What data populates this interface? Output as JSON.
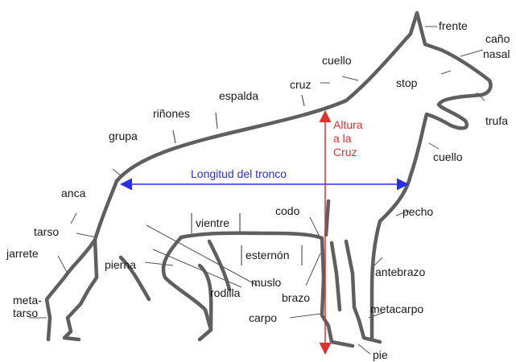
{
  "labels": {
    "frente": "frente",
    "cano": "caño",
    "nasal": "nasal",
    "cuello_top": "cuello",
    "stop": "stop",
    "trufa": "trufa",
    "cruz": "cruz",
    "espalda": "espalda",
    "rinones": "riñones",
    "grupa": "grupa",
    "altura_line1": "Altura",
    "altura_line2": "a la",
    "altura_line3": "Cruz",
    "cuello_side": "cuello",
    "longitud": "Longitud del tronco",
    "anca": "anca",
    "codo": "codo",
    "pecho": "pecho",
    "tarso": "tarso",
    "vientre": "vientre",
    "jarrete": "jarrete",
    "esternon": "esternón",
    "pierna": "pierna",
    "antebrazo": "antebrazo",
    "muslo": "muslo",
    "rodilla": "rodilla",
    "brazo": "brazo",
    "meta": "meta-",
    "tarso2": "tarso",
    "metacarpo": "metacarpo",
    "carpo": "carpo",
    "pie": "pie"
  },
  "colors": {
    "outline": "#5f5f5f",
    "length_arrow": "#2d2de6",
    "height_arrow": "#e03030",
    "text": "#1a1a1a"
  }
}
